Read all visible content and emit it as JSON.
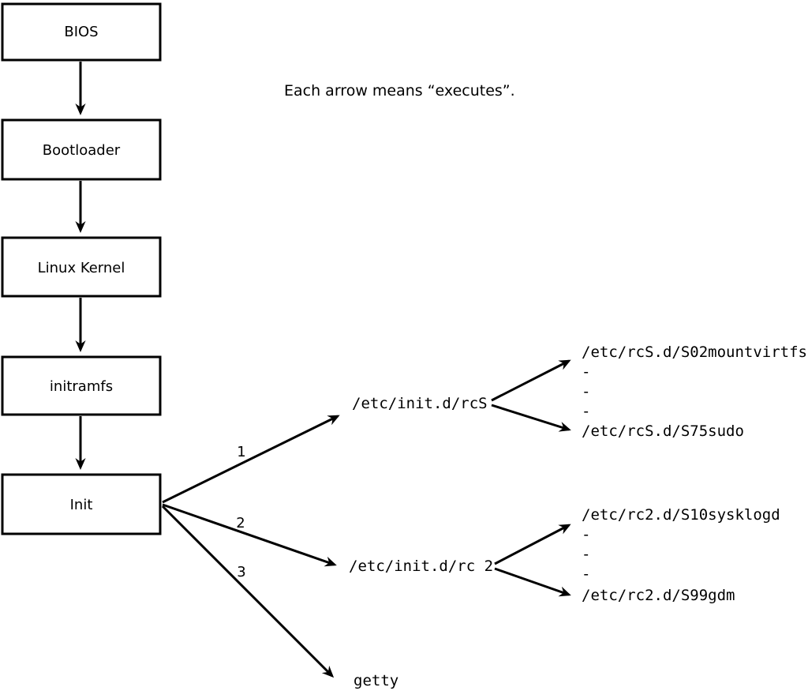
{
  "note": "Each arrow means “executes”.",
  "colors": {
    "ink": "#000000",
    "background": "#ffffff"
  },
  "chain": [
    {
      "label": "BIOS"
    },
    {
      "label": "Bootloader"
    },
    {
      "label": "Linux Kernel"
    },
    {
      "label": "initramfs"
    },
    {
      "label": "Init"
    }
  ],
  "init_branches": [
    {
      "order": "1",
      "target": "/etc/init.d/rcS"
    },
    {
      "order": "2",
      "target": "/etc/init.d/rc 2"
    },
    {
      "order": "3",
      "target": "getty"
    }
  ],
  "rcS_scripts": [
    "/etc/rcS.d/S02mountvirtfs",
    "-",
    "-",
    "-",
    "/etc/rcS.d/S75sudo"
  ],
  "rc2_scripts": [
    "/etc/rc2.d/S10sysklogd",
    "-",
    "-",
    "-",
    "/etc/rc2.d/S99gdm"
  ]
}
